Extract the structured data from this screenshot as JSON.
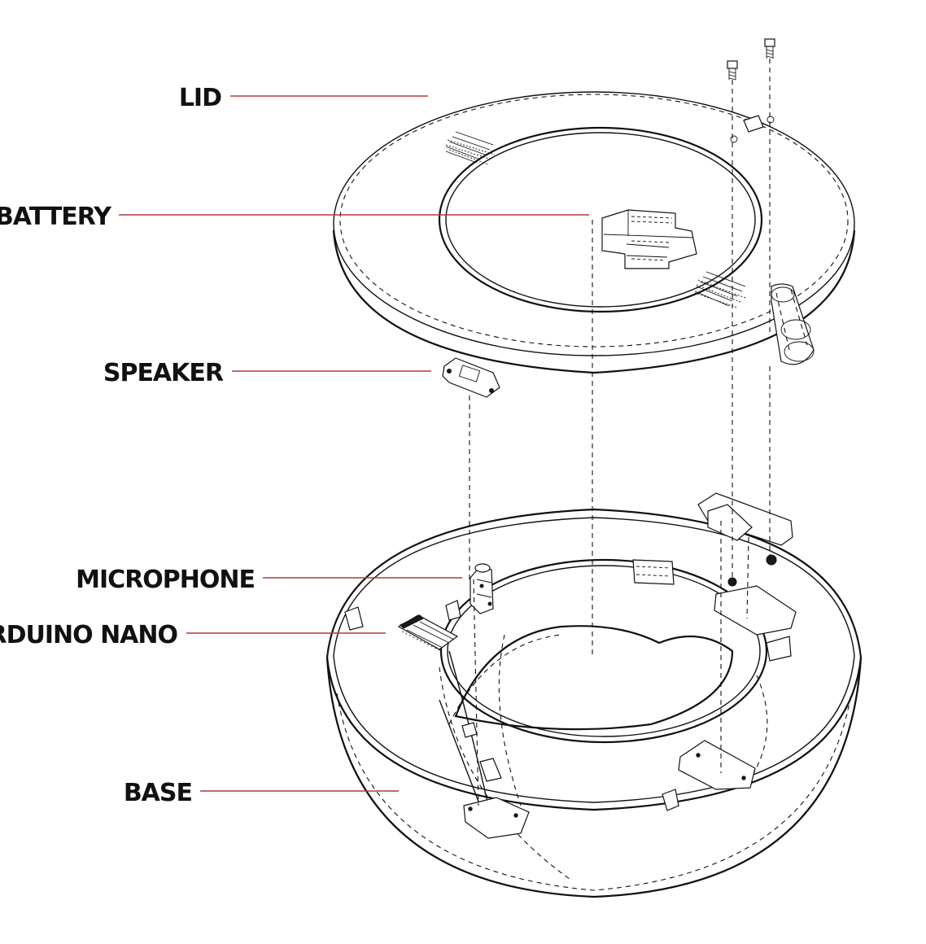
{
  "labels": {
    "lid": "LID",
    "battery": "BATTERY",
    "speaker": "SPEAKER",
    "microphone": "MICROPHONE",
    "arduino_nano": "ARDUINO NANO",
    "base": "BASE"
  },
  "colors": {
    "leader_line": "#b23a3a",
    "drawing": "#111111",
    "background": "#ffffff"
  }
}
